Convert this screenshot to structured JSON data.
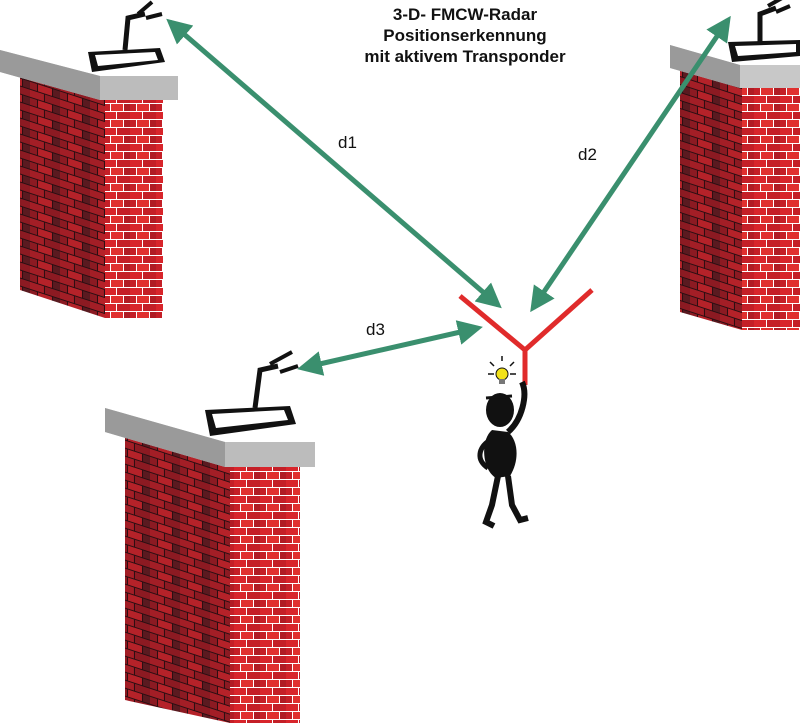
{
  "title": {
    "line1": "3-D- FMCW-Radar",
    "line2": "Positionserkennung",
    "line3": "mit aktivem Transponder"
  },
  "distances": {
    "d1": "d1",
    "d2": "d2",
    "d3": "d3"
  },
  "colors": {
    "arrow": "#3a8f6e",
    "transponder_antenna": "#e02b2b",
    "brick": "#d8252b",
    "brick_dark": "#4a1d22",
    "mortar": "#ffffff",
    "cap": "#c8c8c8",
    "person": "#111111",
    "bulb": "#f2e21a"
  },
  "icons": {
    "station_antenna": "radar-antenna-icon",
    "transponder": "transponder-antenna-icon",
    "person": "person-icon",
    "idea": "lightbulb-icon"
  }
}
